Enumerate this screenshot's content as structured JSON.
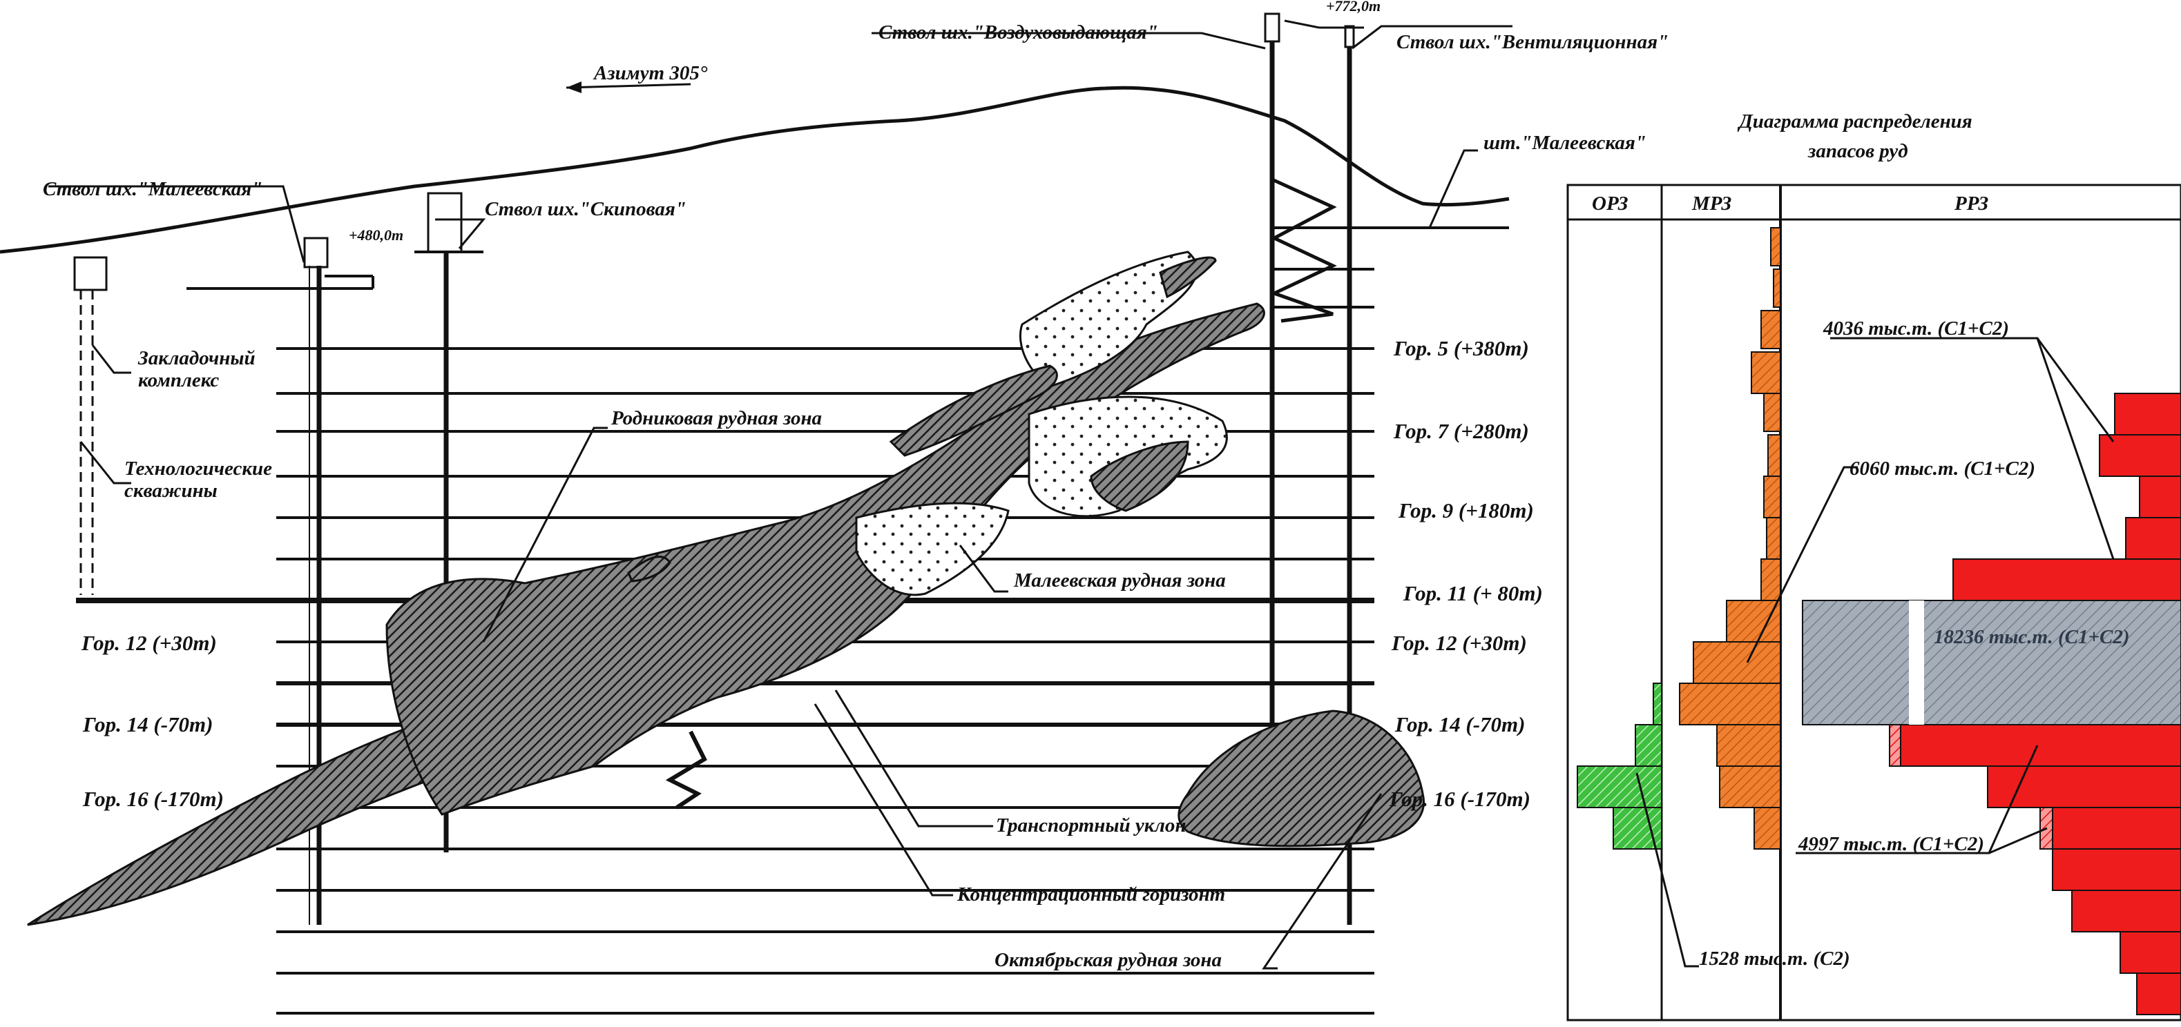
{
  "section": {
    "azimuth": "Азимут 305°",
    "elevations": {
      "top": "+772,0m",
      "mid": "+480,0m"
    },
    "shafts": {
      "air_out": "Ствол шх.\"Воздуховыдающая\"",
      "ventilation": "Ствол шх.\"Вентиляционная\"",
      "maleevskaya": "Ствол шх.\"Малеевская\"",
      "skip": "Ствол шх.\"Скиповая\"",
      "adit": "шт.\"Малеевская\""
    },
    "facilities": {
      "backfill_line1": "Закладочный",
      "backfill_line2": "комплекс",
      "wells_line1": "Технологические",
      "wells_line2": "скважины"
    },
    "levels_right": [
      "Гор. 5 (+380m)",
      "Гор. 7 (+280m)",
      "Гор. 9 (+180m)",
      "Гор. 11 (+ 80m)",
      "Гор. 12 (+30m)",
      "Гор. 14 (-70m)",
      "Гор. 16 (-170m)"
    ],
    "levels_left": [
      "Гор. 12 (+30m)",
      "Гор. 14 (-70m)",
      "Гор. 16 (-170m)"
    ],
    "zones": {
      "rodnikovaya": "Родниковая рудная зона",
      "maleevskaya": "Малеевская рудная зона",
      "transport": "Транспортный уклон",
      "concentration": "Концентрационный горизонт",
      "oktyabrskaya": "Октябрьская рудная зона"
    }
  },
  "reserves_diagram": {
    "title_line1": "Диаграмма распределения",
    "title_line2": "запасов руд",
    "columns": [
      "ОРЗ",
      "МРЗ",
      "РРЗ"
    ],
    "annotations": [
      "4036 тыс.т. (С1+С2)",
      "6060 тыс.т. (С1+С2)",
      "18236 тыс.т. (С1+С2)",
      "4997 тыс.т. (С1+С2)",
      "1528 тыс.т. (С2)"
    ],
    "colors": {
      "orz": "#3fbf3f",
      "mrz": "#f07f2f",
      "rrz": "#ee1c1c",
      "rrz_main": "#9aa3ae"
    }
  }
}
